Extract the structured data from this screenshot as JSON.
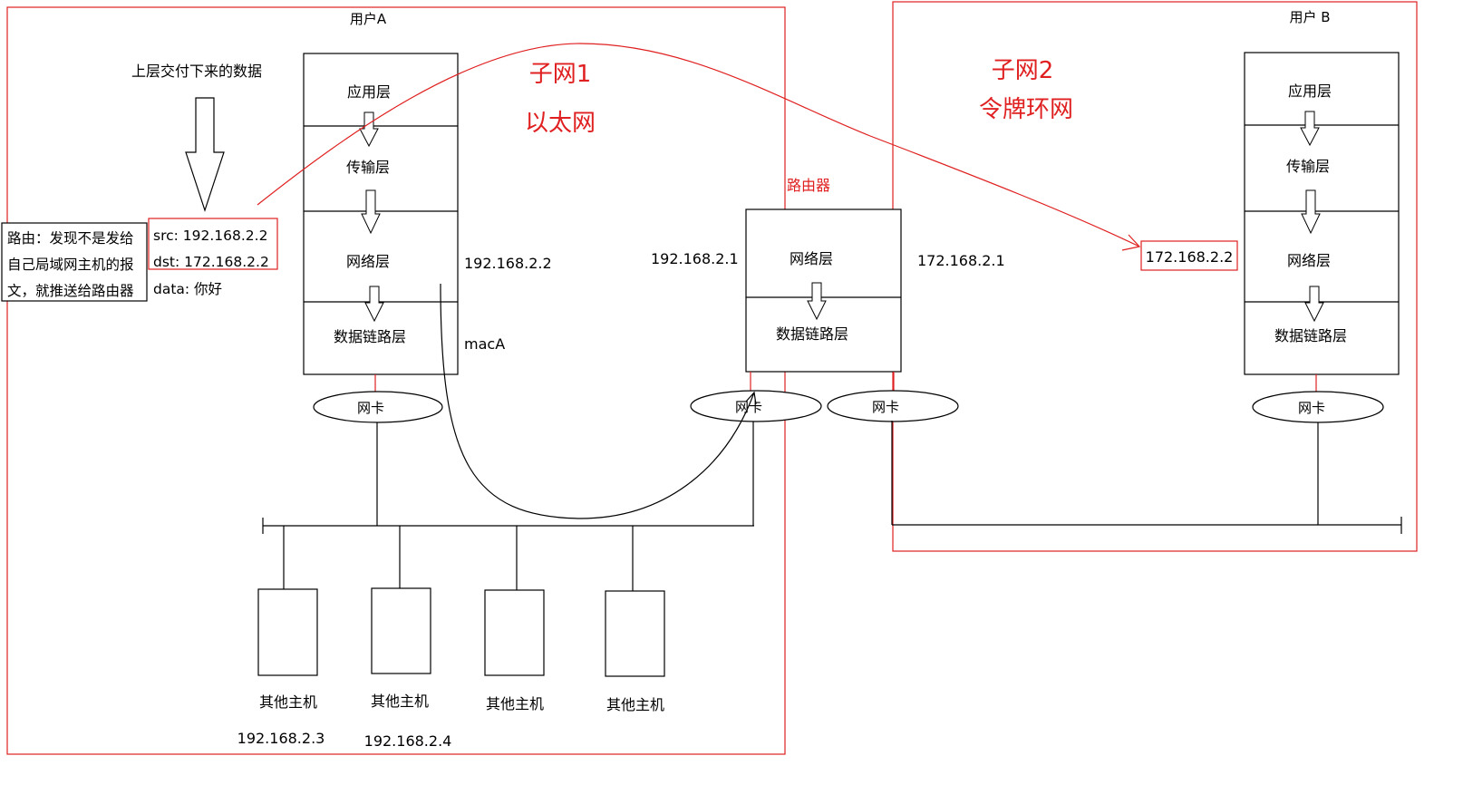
{
  "userA": {
    "title": "用户A"
  },
  "userB": {
    "title": "用户 B"
  },
  "upper_data_label": "上层交付下来的数据",
  "route_note": [
    "路由：发现不是发给",
    "自己局域网主机的报",
    "文，就推送给路由器"
  ],
  "packet": {
    "src": "src: 192.168.2.2",
    "dst": "dst: 172.168.2.2",
    "data": "data: 你好"
  },
  "hostA_layers": [
    "应用层",
    "传输层",
    "网络层",
    "数据链路层"
  ],
  "hostB_layers": [
    "应用层",
    "传输层",
    "网络层",
    "数据链路层"
  ],
  "router": {
    "title": "路由器",
    "layers": [
      "网络层",
      "数据链路层"
    ]
  },
  "subnet1": {
    "line1": "子网1",
    "line2": "以太网"
  },
  "subnet2": {
    "line1": "子网2",
    "line2": "令牌环网"
  },
  "ip_hostA": "192.168.2.2",
  "mac_hostA": "macA",
  "ip_router_left": "192.168.2.1",
  "ip_router_right": "172.168.2.1",
  "ip_hostB": "172.168.2.2",
  "nic_label": "网卡",
  "other_host_label": "其他主机",
  "other_host_ips": [
    "192.168.2.3",
    "192.168.2.4"
  ],
  "colors": {
    "red": "#e02020",
    "black": "#000000"
  }
}
